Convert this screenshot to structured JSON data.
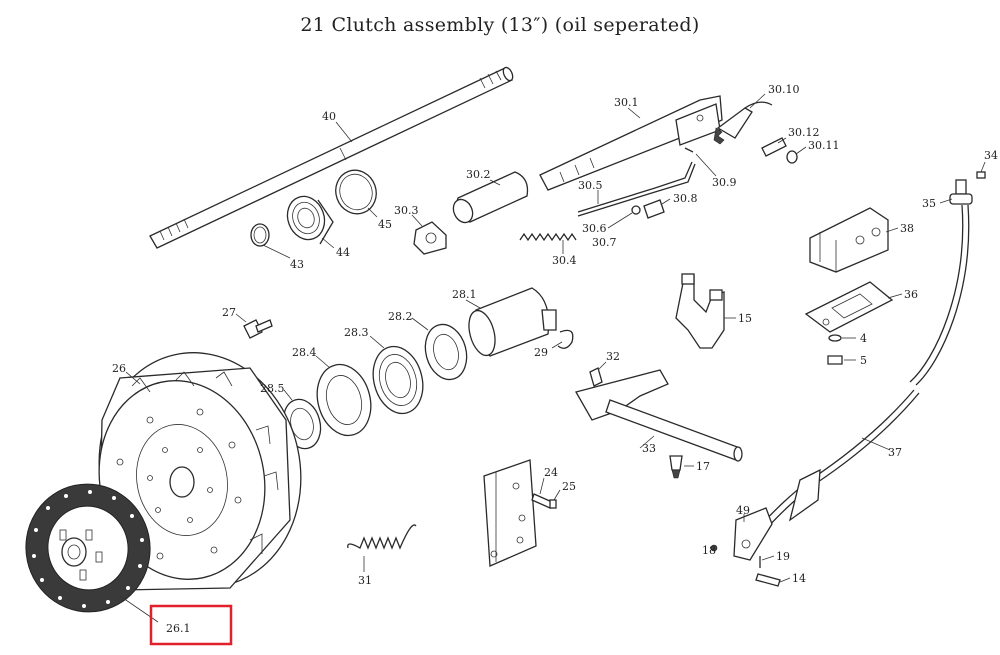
{
  "title": "21 Clutch assembly (13″) (oil seperated)",
  "highlight_label": "26.1",
  "highlight_color": "#e0202a",
  "labels": {
    "p40": "40",
    "p30_1": "30.1",
    "p30_10": "30.10",
    "p30_12": "30.12",
    "p30_11": "30.11",
    "p30_9": "30.9",
    "p30_2": "30.2",
    "p30_5": "30.5",
    "p30_8": "30.8",
    "p30_3": "30.3",
    "p30_6": "30.6",
    "p30_7": "30.7",
    "p30_4": "30.4",
    "p45": "45",
    "p44": "44",
    "p43": "43",
    "p34": "34",
    "p35": "35",
    "p38": "38",
    "p36": "36",
    "p4": "4",
    "p5": "5",
    "p28_1": "28.1",
    "p28_2": "28.2",
    "p28_3": "28.3",
    "p28_4": "28.4",
    "p28_5": "28.5",
    "p27": "27",
    "p29": "29",
    "p26": "26",
    "p15": "15",
    "p32": "32",
    "p33": "33",
    "p17": "17",
    "p24": "24",
    "p25": "25",
    "p31": "31",
    "p37": "37",
    "p49": "49",
    "p18": "18",
    "p19": "19",
    "p14": "14"
  }
}
